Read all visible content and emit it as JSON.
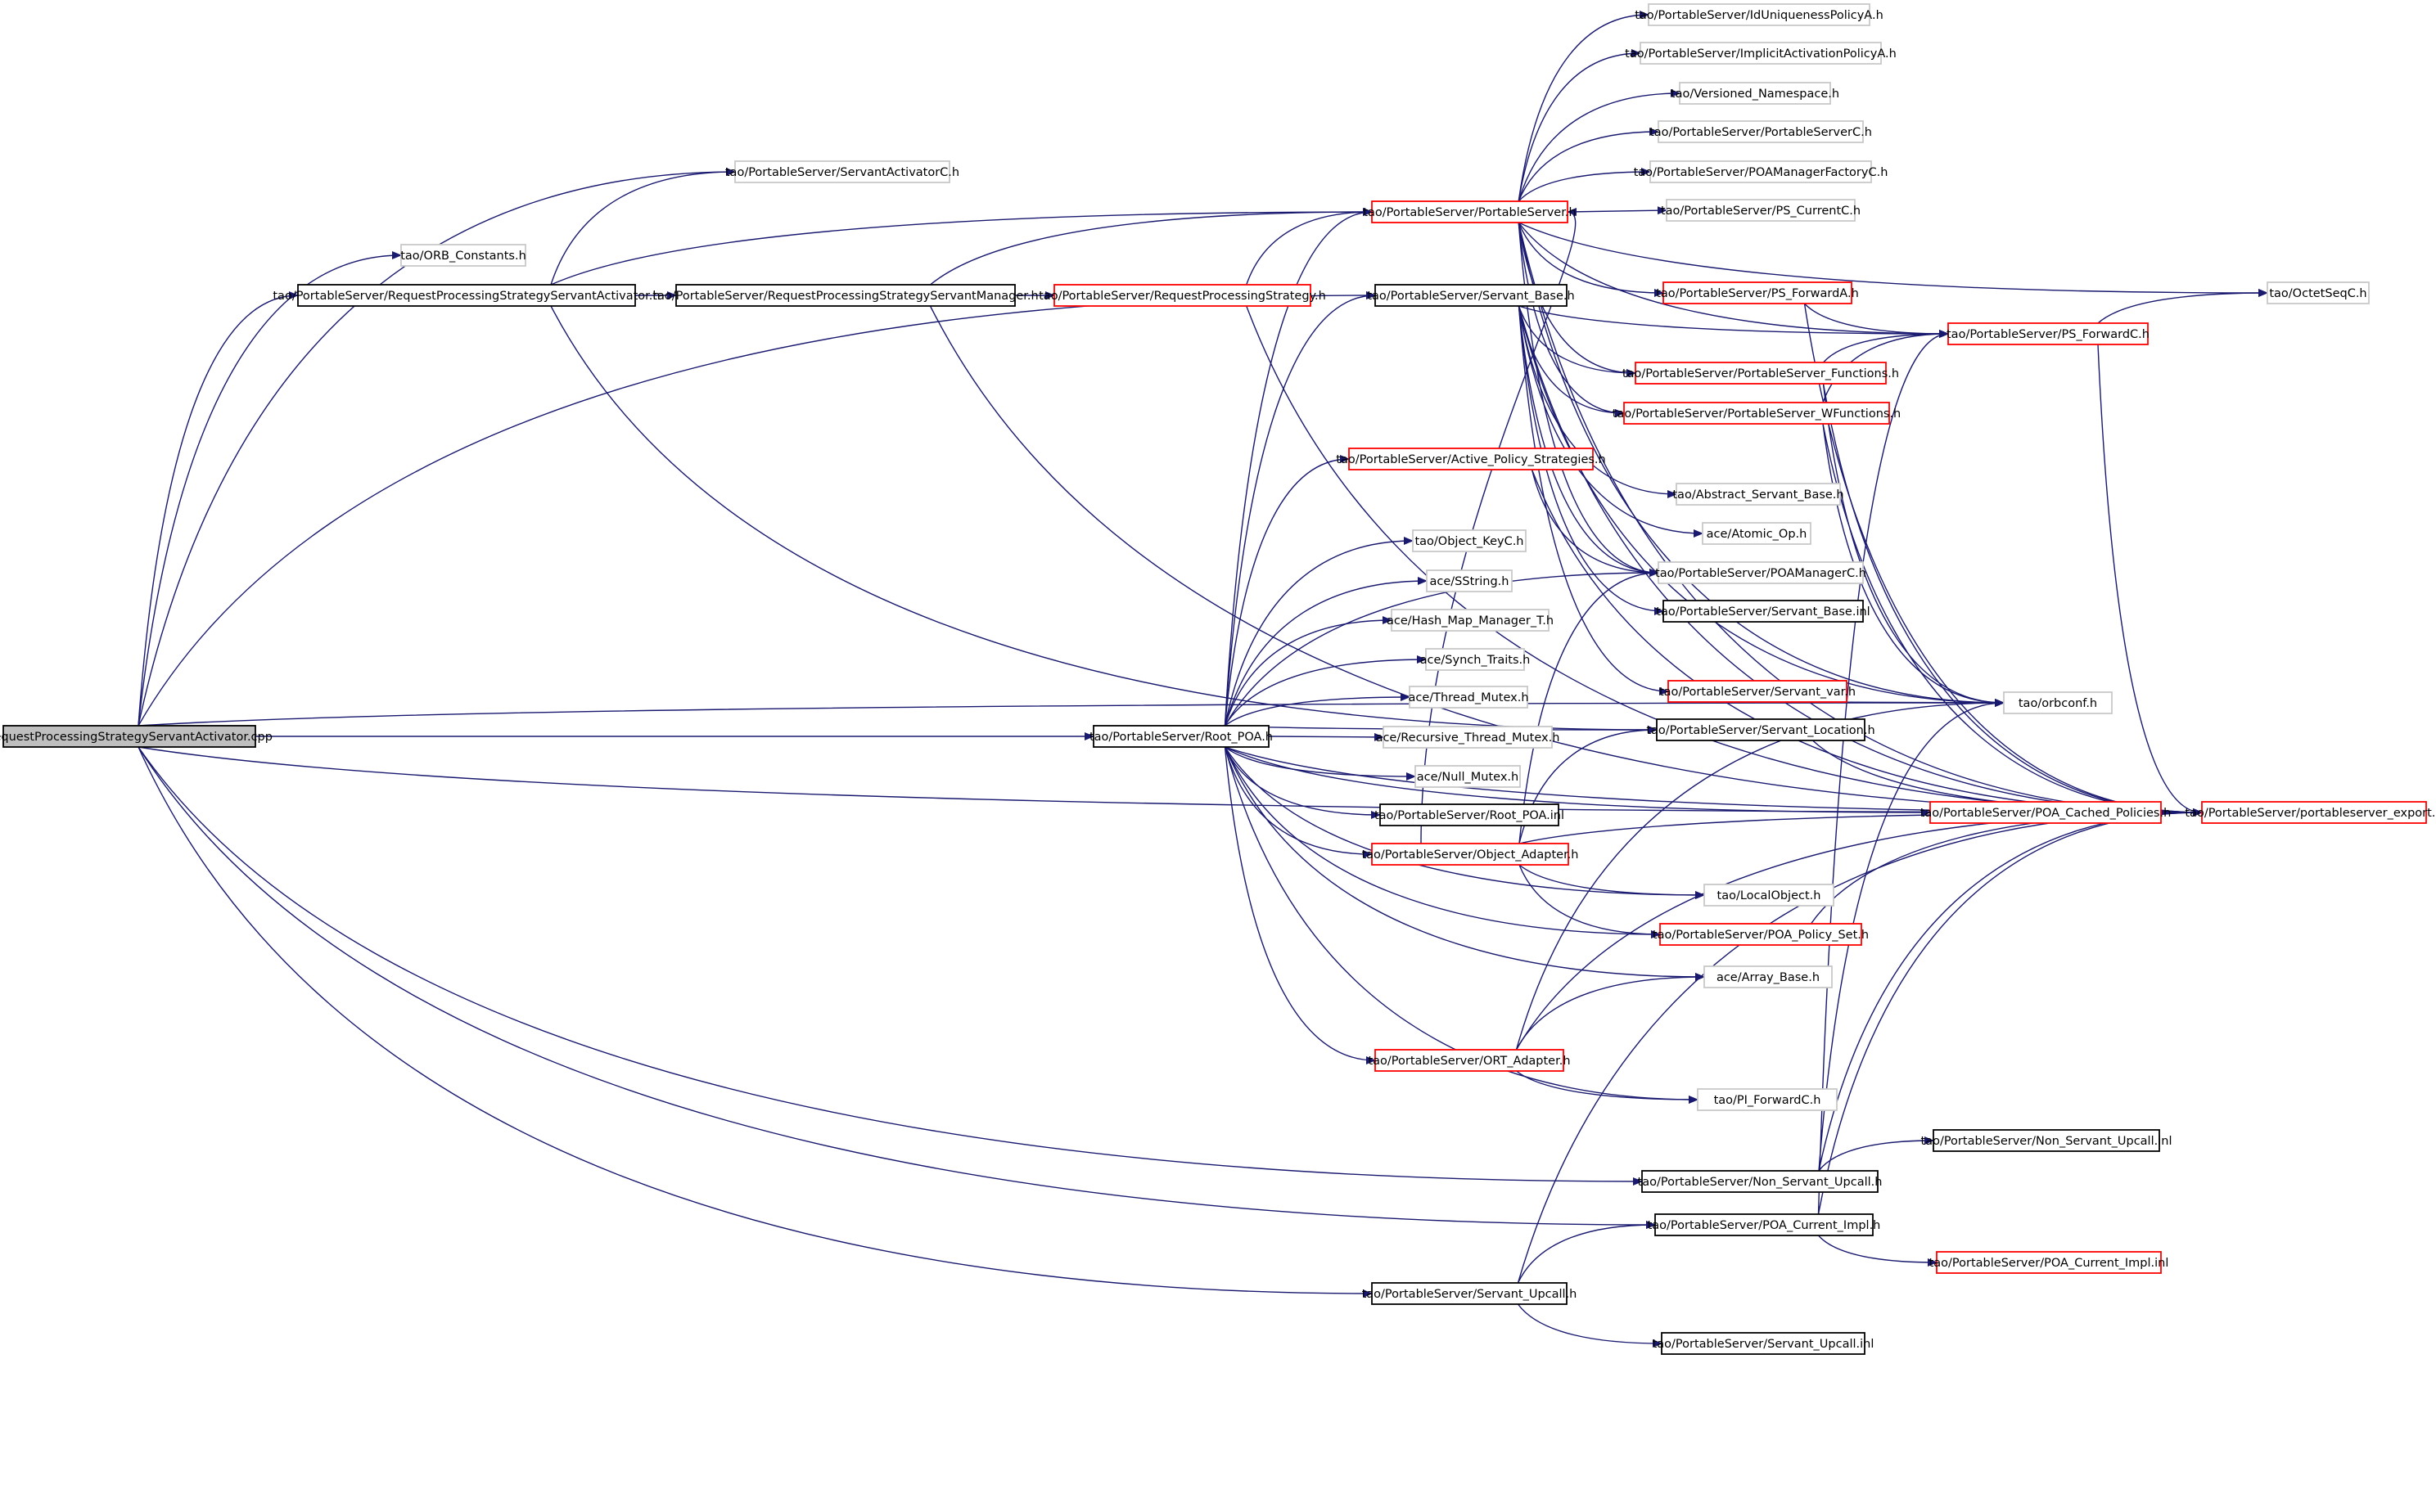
{
  "diagram": {
    "colors": {
      "edge": "#191970",
      "root_fill": "#bfbfbf",
      "border_black": "#000000",
      "border_red": "#ff0000",
      "background": "#ffffff"
    },
    "nodes": [
      {
        "id": "root",
        "label": "RequestProcessingStrategyServantActivator.cpp",
        "style": "root"
      },
      {
        "id": "svtActC",
        "label": "tao/PortableServer/ServantActivatorC.h",
        "style": "lightgray"
      },
      {
        "id": "orbConst",
        "label": "tao/ORB_Constants.h",
        "style": "lightgray"
      },
      {
        "id": "rpsSAh",
        "label": "tao/PortableServer/RequestProcessingStrategyServantActivator.h",
        "style": "black"
      },
      {
        "id": "rpsSMh",
        "label": "tao/PortableServer/RequestProcessingStrategyServantManager.h",
        "style": "black"
      },
      {
        "id": "rpsh",
        "label": "tao/PortableServer/RequestProcessingStrategy.h",
        "style": "red"
      },
      {
        "id": "psh",
        "label": "tao/PortableServer/PortableServer.h",
        "style": "red"
      },
      {
        "id": "idUniq",
        "label": "tao/PortableServer/IdUniquenessPolicyA.h",
        "style": "lightgray"
      },
      {
        "id": "implAct",
        "label": "tao/PortableServer/ImplicitActivationPolicyA.h",
        "style": "lightgray"
      },
      {
        "id": "versNs",
        "label": "tao/Versioned_Namespace.h",
        "style": "lightgray"
      },
      {
        "id": "psC",
        "label": "tao/PortableServer/PortableServerC.h",
        "style": "lightgray"
      },
      {
        "id": "poaMgrFact",
        "label": "tao/PortableServer/POAManagerFactoryC.h",
        "style": "lightgray"
      },
      {
        "id": "psCurC",
        "label": "tao/PortableServer/PS_CurrentC.h",
        "style": "lightgray"
      },
      {
        "id": "psFwdA",
        "label": "tao/PortableServer/PS_ForwardA.h",
        "style": "red"
      },
      {
        "id": "octet",
        "label": "tao/OctetSeqC.h",
        "style": "lightgray"
      },
      {
        "id": "svtBase",
        "label": "tao/PortableServer/Servant_Base.h",
        "style": "black"
      },
      {
        "id": "psFwdC",
        "label": "tao/PortableServer/PS_ForwardC.h",
        "style": "red"
      },
      {
        "id": "psFunc",
        "label": "tao/PortableServer/PortableServer_Functions.h",
        "style": "red"
      },
      {
        "id": "psWFunc",
        "label": "tao/PortableServer/PortableServer_WFunctions.h",
        "style": "red"
      },
      {
        "id": "actPol",
        "label": "tao/PortableServer/Active_Policy_Strategies.h",
        "style": "red"
      },
      {
        "id": "absSvt",
        "label": "tao/Abstract_Servant_Base.h",
        "style": "lightgray"
      },
      {
        "id": "atomic",
        "label": "ace/Atomic_Op.h",
        "style": "lightgray"
      },
      {
        "id": "objKey",
        "label": "tao/Object_KeyC.h",
        "style": "lightgray"
      },
      {
        "id": "poaMgrC",
        "label": "tao/PortableServer/POAManagerC.h",
        "style": "lightgray"
      },
      {
        "id": "sstring",
        "label": "ace/SString.h",
        "style": "lightgray"
      },
      {
        "id": "svtBaseInl",
        "label": "tao/PortableServer/Servant_Base.inl",
        "style": "black"
      },
      {
        "id": "hashMap",
        "label": "ace/Hash_Map_Manager_T.h",
        "style": "lightgray"
      },
      {
        "id": "synch",
        "label": "ace/Synch_Traits.h",
        "style": "lightgray"
      },
      {
        "id": "svtVar",
        "label": "tao/PortableServer/Servant_var.h",
        "style": "red"
      },
      {
        "id": "threadMx",
        "label": "ace/Thread_Mutex.h",
        "style": "lightgray"
      },
      {
        "id": "orbconf",
        "label": "tao/orbconf.h",
        "style": "lightgray"
      },
      {
        "id": "rootPoa",
        "label": "tao/PortableServer/Root_POA.h",
        "style": "black"
      },
      {
        "id": "svtLoc",
        "label": "tao/PortableServer/Servant_Location.h",
        "style": "black"
      },
      {
        "id": "recMx",
        "label": "ace/Recursive_Thread_Mutex.h",
        "style": "lightgray"
      },
      {
        "id": "nullMx",
        "label": "ace/Null_Mutex.h",
        "style": "lightgray"
      },
      {
        "id": "rootPoaInl",
        "label": "tao/PortableServer/Root_POA.inl",
        "style": "black"
      },
      {
        "id": "poaCached",
        "label": "tao/PortableServer/POA_Cached_Policies.h",
        "style": "red"
      },
      {
        "id": "psExport",
        "label": "tao/PortableServer/portableserver_export.h",
        "style": "red"
      },
      {
        "id": "objAdapt",
        "label": "tao/PortableServer/Object_Adapter.h",
        "style": "red"
      },
      {
        "id": "localObj",
        "label": "tao/LocalObject.h",
        "style": "lightgray"
      },
      {
        "id": "poaPolSet",
        "label": "tao/PortableServer/POA_Policy_Set.h",
        "style": "red"
      },
      {
        "id": "arrBase",
        "label": "ace/Array_Base.h",
        "style": "lightgray"
      },
      {
        "id": "ortAdapt",
        "label": "tao/PortableServer/ORT_Adapter.h",
        "style": "red"
      },
      {
        "id": "piFwd",
        "label": "tao/PI_ForwardC.h",
        "style": "lightgray"
      },
      {
        "id": "nsuInl",
        "label": "tao/PortableServer/Non_Servant_Upcall.inl",
        "style": "black"
      },
      {
        "id": "nsuH",
        "label": "tao/PortableServer/Non_Servant_Upcall.h",
        "style": "black"
      },
      {
        "id": "poaCurImpl",
        "label": "tao/PortableServer/POA_Current_Impl.h",
        "style": "black"
      },
      {
        "id": "poaCurImplInl",
        "label": "tao/PortableServer/POA_Current_Impl.inl",
        "style": "red"
      },
      {
        "id": "svtUpcall",
        "label": "tao/PortableServer/Servant_Upcall.h",
        "style": "black"
      },
      {
        "id": "svtUpcallInl",
        "label": "tao/PortableServer/Servant_Upcall.inl",
        "style": "black"
      }
    ]
  }
}
